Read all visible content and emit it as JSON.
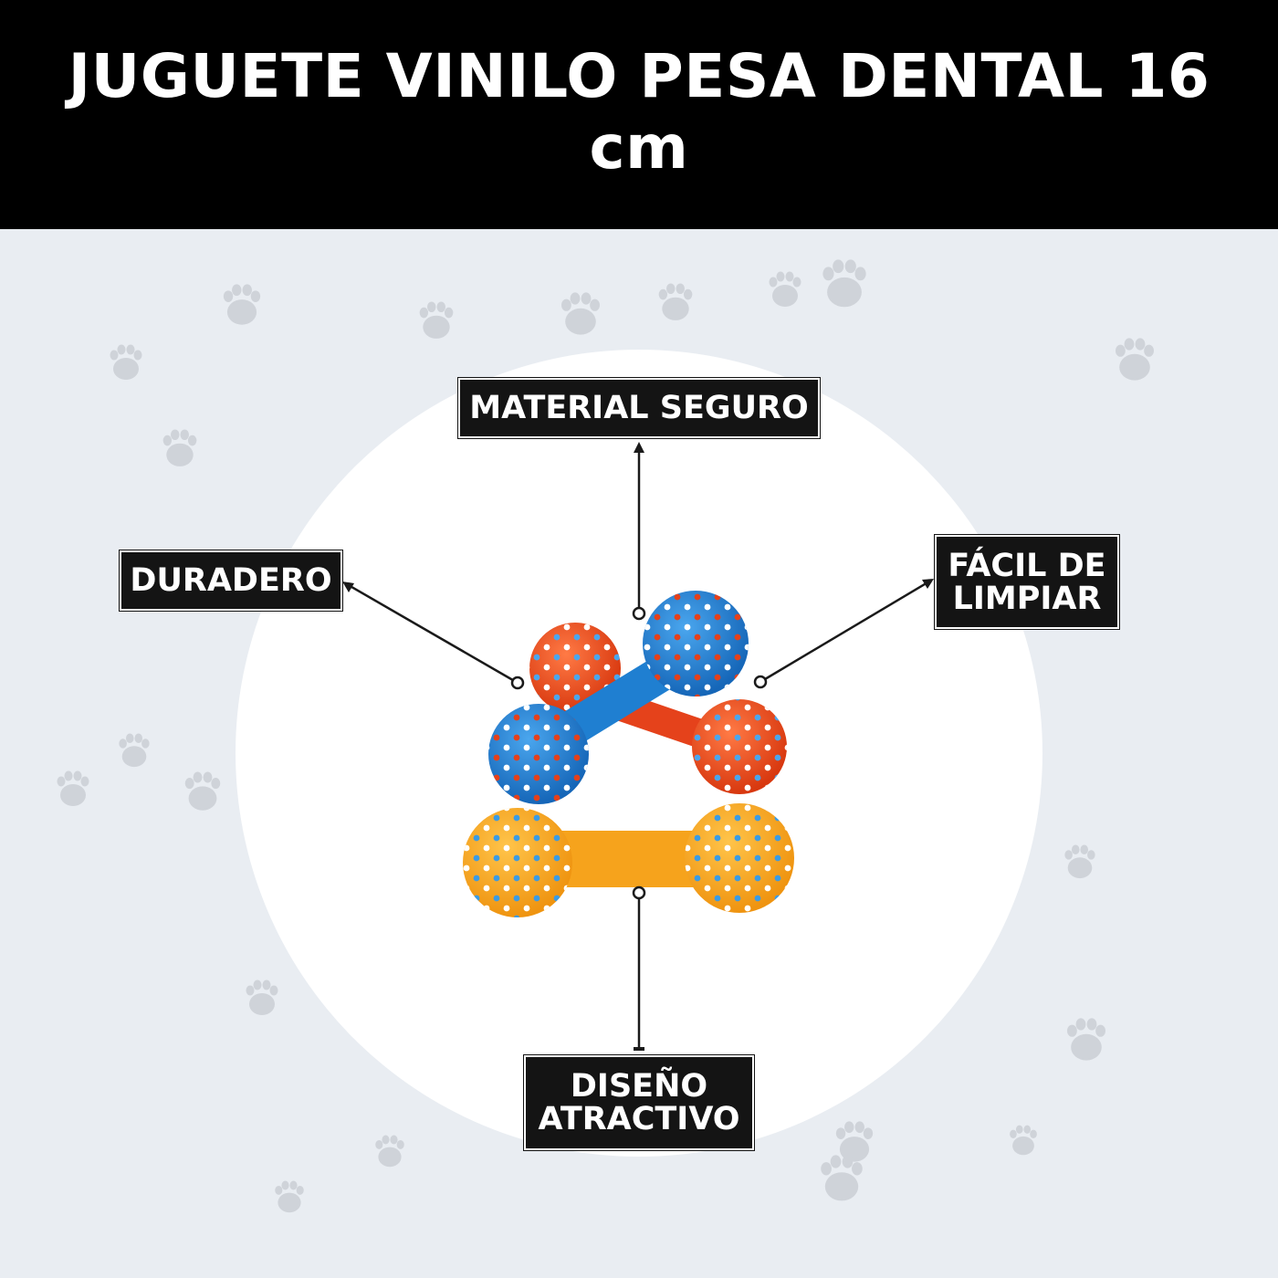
{
  "title": {
    "line1": "JUGUETE VINILO PESA DENTAL 16",
    "line2": "cm"
  },
  "features": {
    "material": "MATERIAL SEGURO",
    "duradero": "DURADERO",
    "facil_line1": "FÁCIL DE",
    "facil_line2": "LIMPIAR",
    "diseno_line1": "DISEÑO",
    "diseno_line2": "ATRACTIVO"
  },
  "colors": {
    "header_bg": "#000000",
    "page_bg": "#e9edf2",
    "label_bg": "#141414",
    "toy_blue": "#1f7fd1",
    "toy_red": "#ea4a1f",
    "toy_yellow": "#f6a31c",
    "paw": "#cfd3d9"
  },
  "icons": {
    "background_pattern": "paw-print-icon",
    "label_pointer": "arrow-icon"
  }
}
